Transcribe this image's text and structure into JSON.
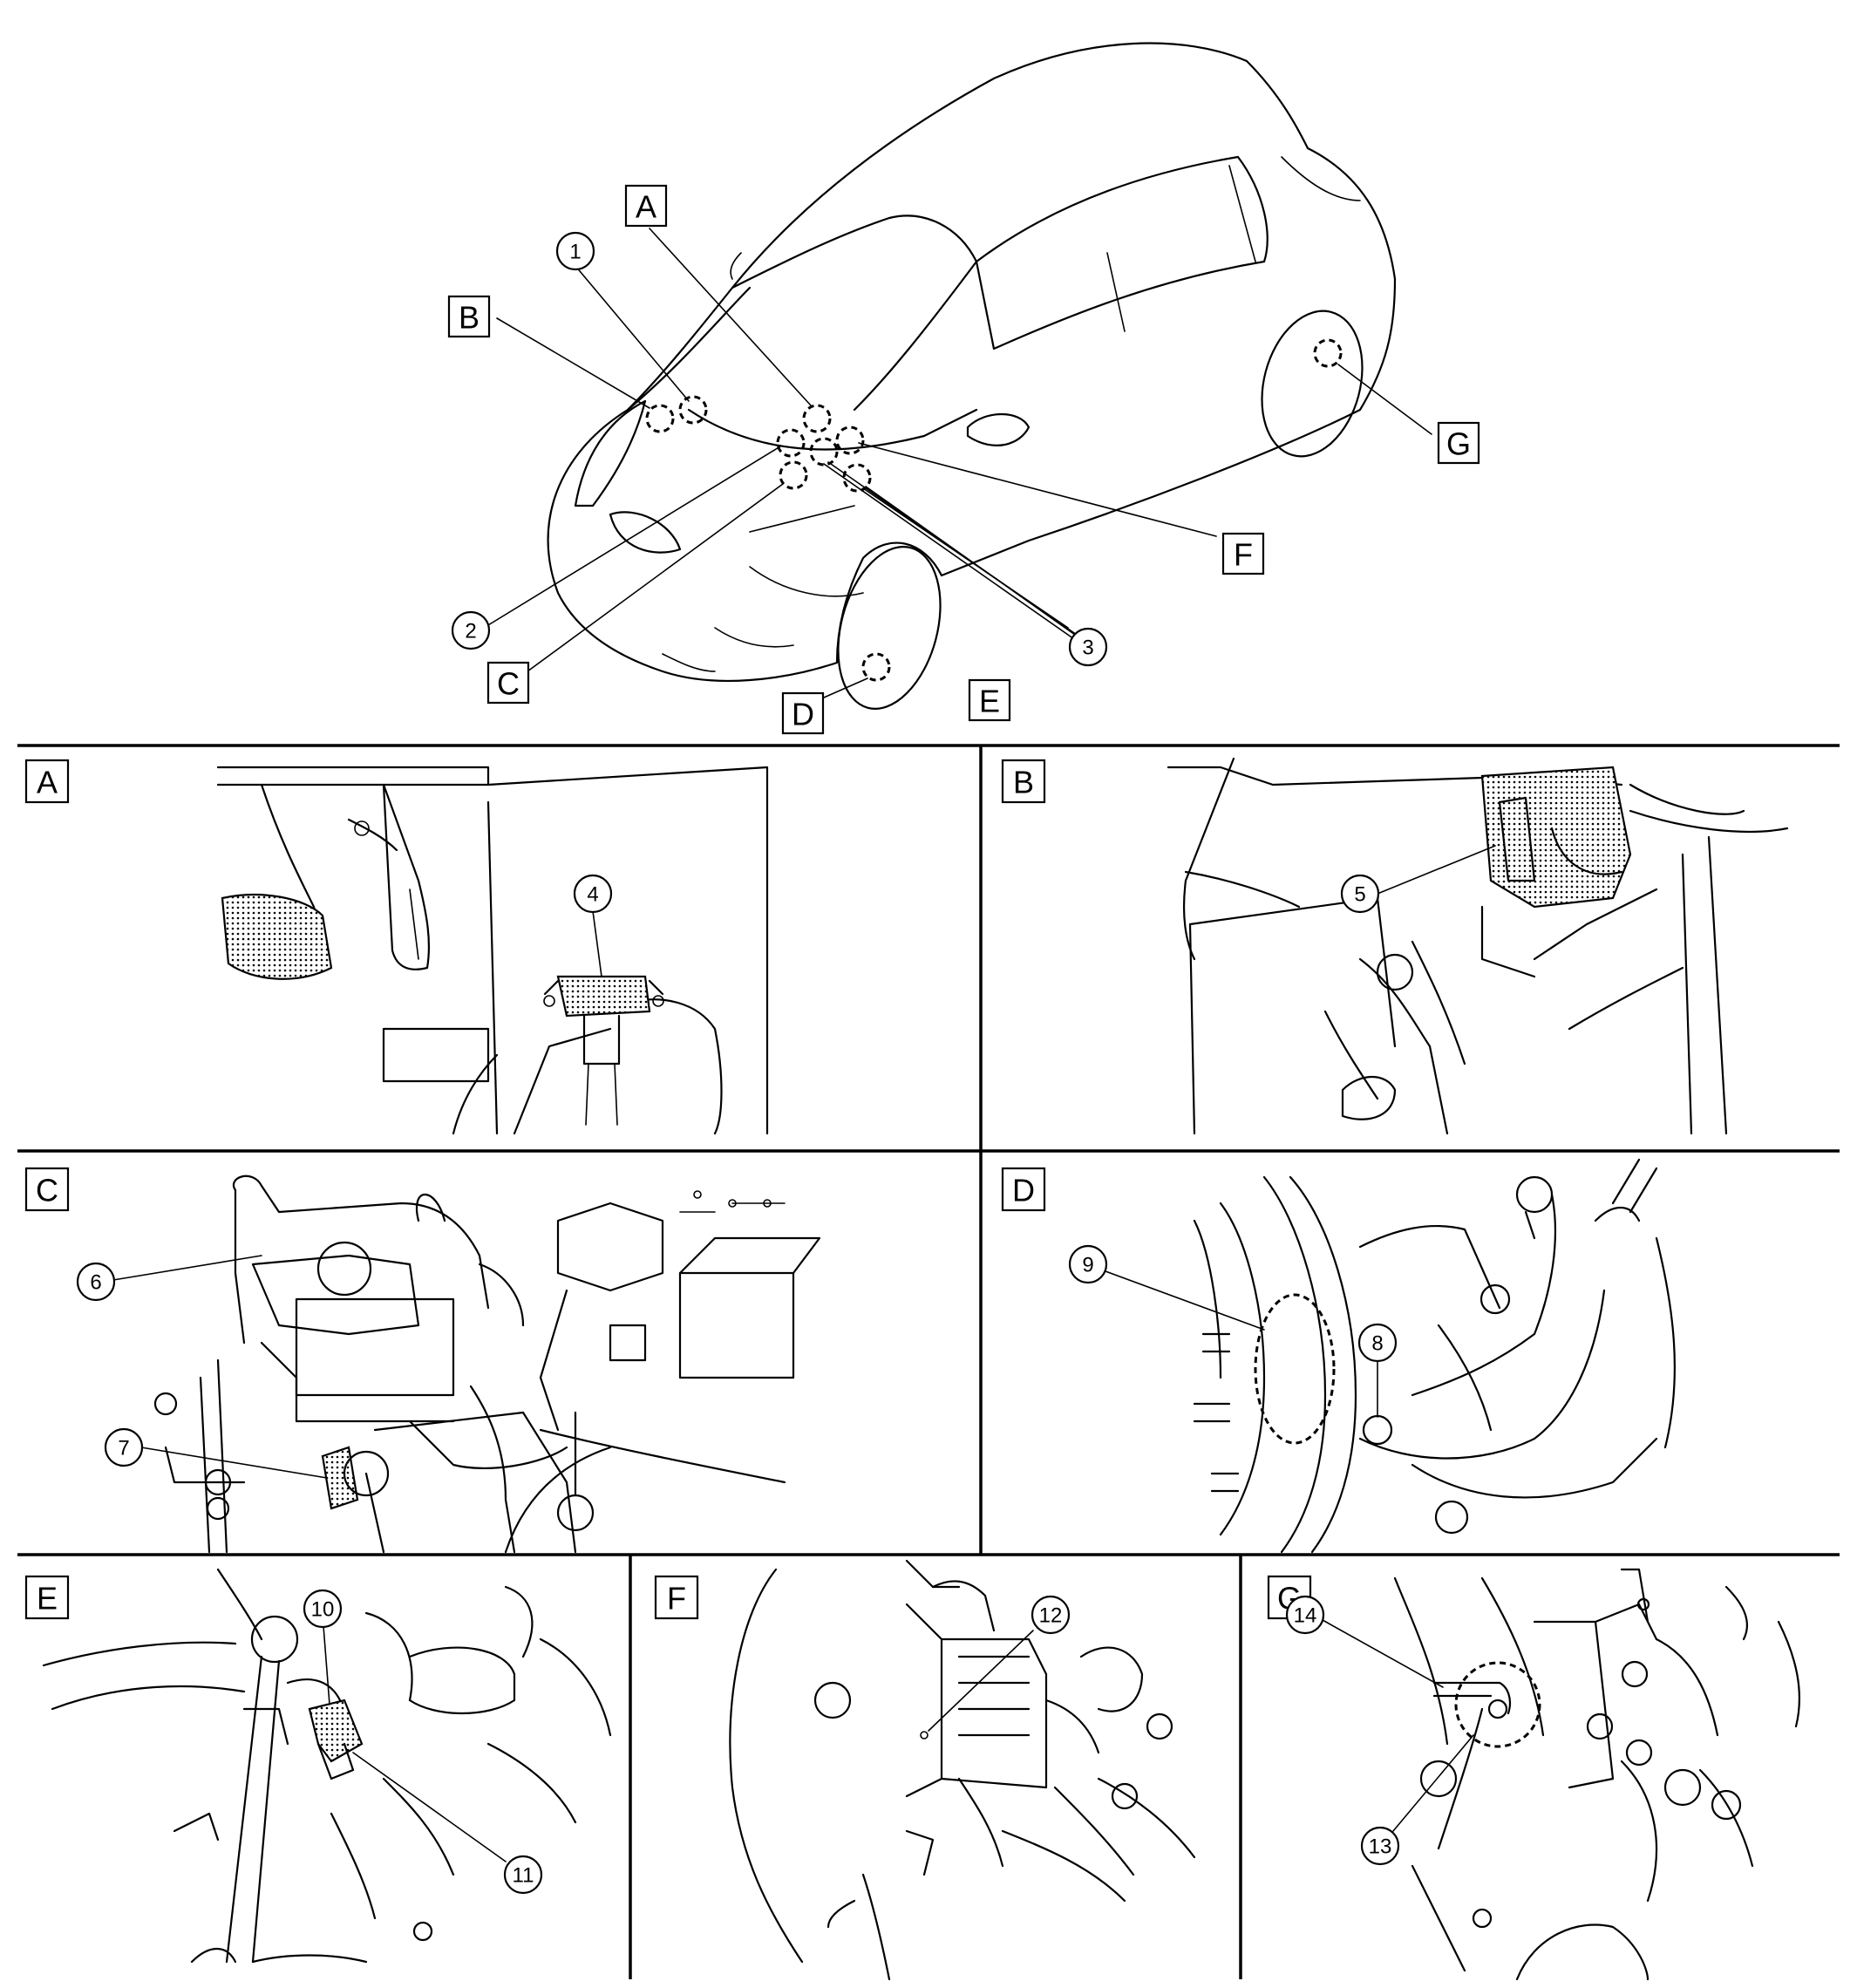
{
  "overview": {
    "area_labels": [
      "A",
      "B",
      "C",
      "D",
      "E",
      "F",
      "G"
    ],
    "part_numbers": [
      "1",
      "2",
      "3"
    ]
  },
  "panels": [
    {
      "letter": "A",
      "parts": [
        "4"
      ]
    },
    {
      "letter": "B",
      "parts": [
        "5"
      ]
    },
    {
      "letter": "C",
      "parts": [
        "6",
        "7"
      ]
    },
    {
      "letter": "D",
      "parts": [
        "8",
        "9"
      ]
    },
    {
      "letter": "E",
      "parts": [
        "10",
        "11"
      ]
    },
    {
      "letter": "F",
      "parts": [
        "12"
      ]
    },
    {
      "letter": "G",
      "parts": [
        "13",
        "14"
      ]
    }
  ]
}
